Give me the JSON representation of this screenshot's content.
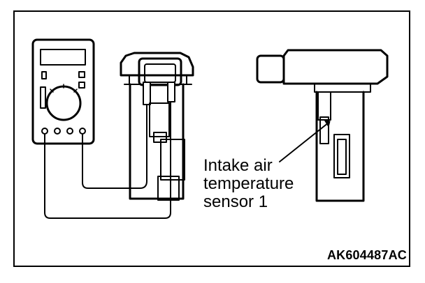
{
  "diagram": {
    "callout_label": {
      "line1": "Intake air",
      "line2": "temperature",
      "line3": "sensor 1"
    },
    "figure_code": "AK604487AC"
  },
  "colors": {
    "stroke": "#000000",
    "background": "#ffffff",
    "fill_light": "#ffffff",
    "fill_dark": "#000000"
  }
}
